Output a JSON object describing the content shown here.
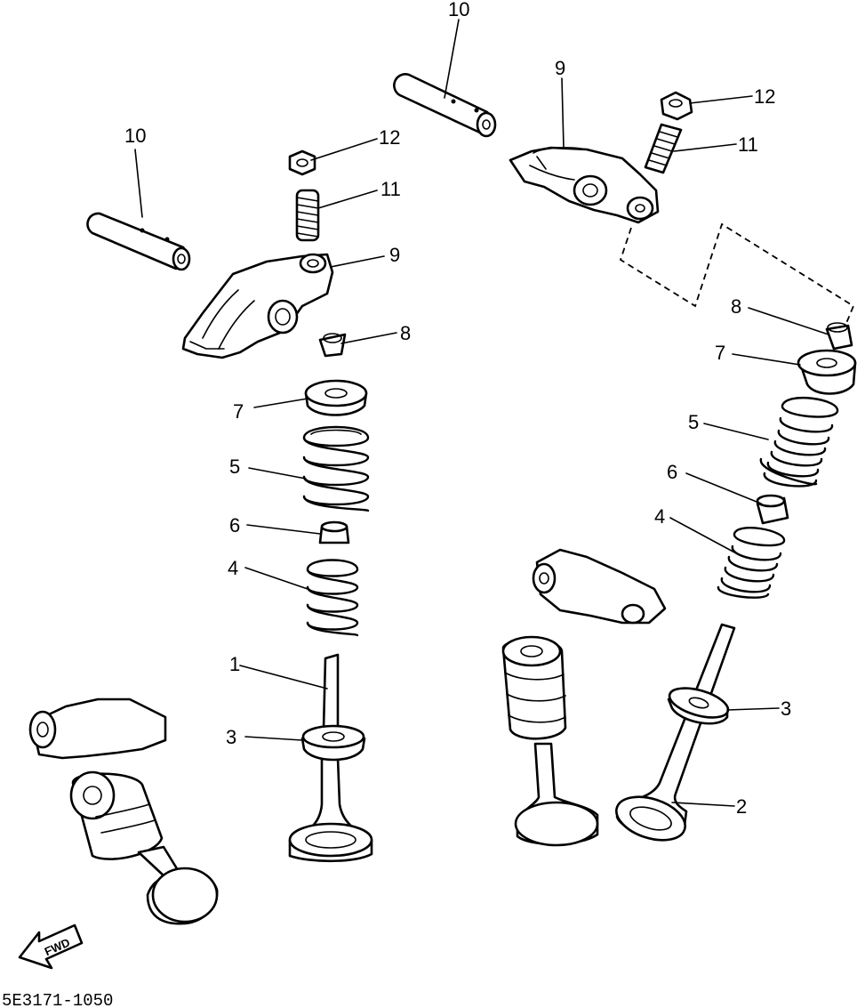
{
  "diagram": {
    "drawing_code": "5E3171-1050",
    "front_marker": "FWD",
    "callouts": {
      "left_shaft": "10",
      "right_shaft": "10",
      "left_nut": "12",
      "right_nut": "12",
      "left_screw": "11",
      "right_screw": "11",
      "left_rocker_arm": "9",
      "right_rocker_arm": "9",
      "left_cotter": "8",
      "right_cotter": "8",
      "left_retainer": "7",
      "right_retainer": "7",
      "left_outer_spring": "5",
      "right_outer_spring": "5",
      "left_stem_seal": "6",
      "right_stem_seal": "6",
      "left_inner_spring": "4",
      "right_inner_spring": "4",
      "intake_valve": "1",
      "exhaust_valve": "2",
      "left_spring_seat": "3",
      "right_spring_seat": "3"
    }
  }
}
